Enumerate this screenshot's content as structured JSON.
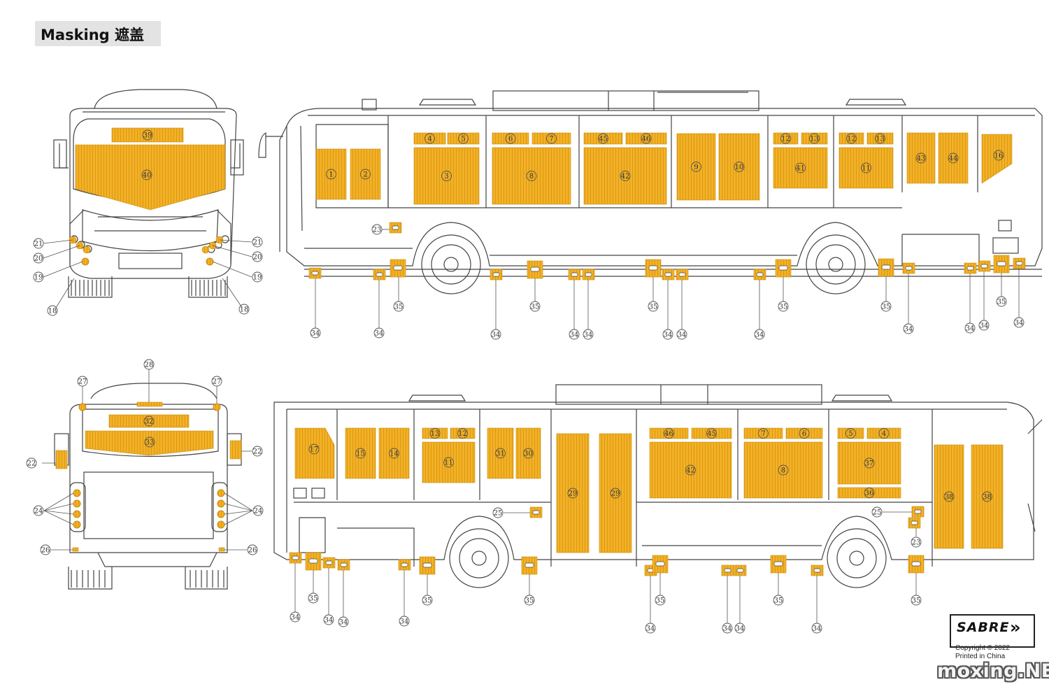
{
  "header": {
    "title": "Masking 遮盖"
  },
  "colors": {
    "mask": "#f2b126",
    "outline": "#444444",
    "label_circle": "#555555"
  },
  "footer": {
    "brand": "SABRE",
    "copyright": "Copyright © 2022",
    "printed": "Printed in China",
    "watermark": "moxing.NET"
  },
  "panels": {
    "front": {
      "labels": [
        "39",
        "40",
        "21",
        "20",
        "19",
        "18",
        "21",
        "20",
        "19",
        "18"
      ]
    },
    "side_right": {
      "labels": [
        "1",
        "2",
        "3",
        "4",
        "5",
        "6",
        "7",
        "8",
        "45",
        "46",
        "42",
        "9",
        "10",
        "12",
        "13",
        "41",
        "12",
        "13",
        "11",
        "43",
        "44",
        "16",
        "23",
        "34",
        "35"
      ]
    },
    "rear": {
      "labels": [
        "27",
        "28",
        "27",
        "32",
        "33",
        "22",
        "22",
        "24",
        "24",
        "26",
        "26"
      ]
    },
    "side_left": {
      "labels": [
        "17",
        "15",
        "14",
        "13",
        "12",
        "11",
        "31",
        "30",
        "29",
        "29",
        "46",
        "45",
        "42",
        "7",
        "6",
        "8",
        "5",
        "4",
        "37",
        "36",
        "38",
        "38",
        "25",
        "25",
        "23",
        "34",
        "35"
      ]
    }
  }
}
